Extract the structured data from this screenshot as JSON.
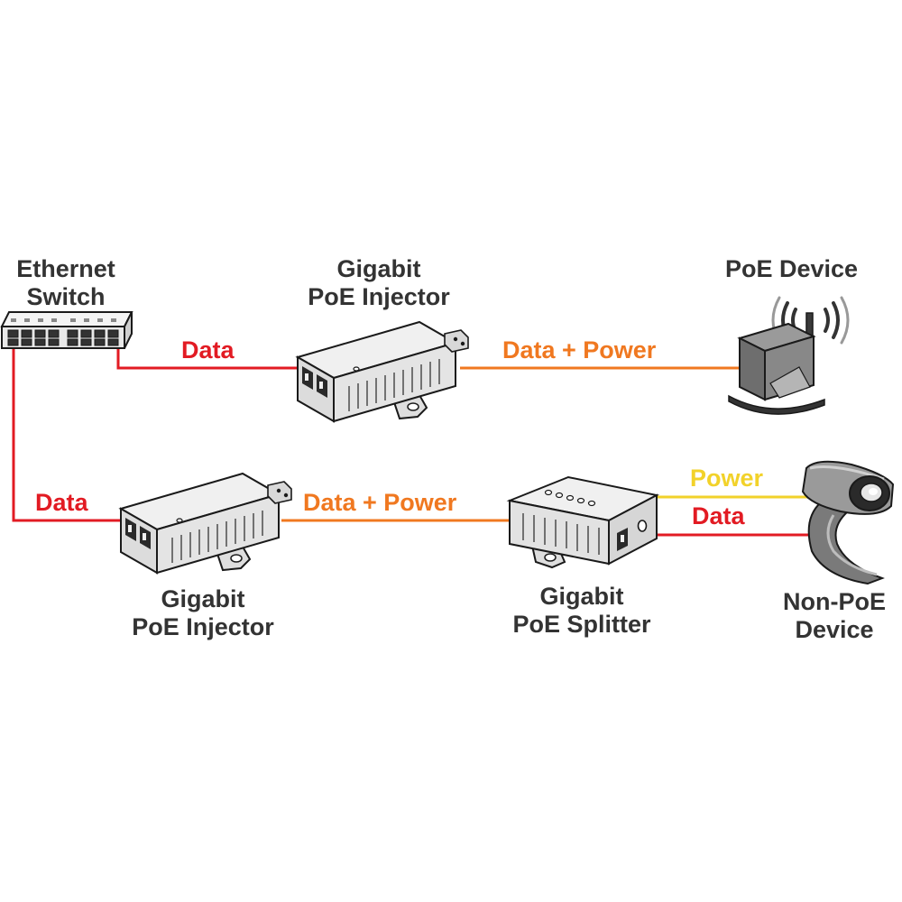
{
  "colors": {
    "data": "#e21b23",
    "data_power": "#f07820",
    "power": "#f2d22a",
    "label": "#333333",
    "device_body": "#e6e6e6",
    "device_outline": "#1a1a1a"
  },
  "devices": {
    "ethernet_switch": {
      "line1": "Ethernet",
      "line2": "Switch",
      "icon": "ethernet-switch-icon"
    },
    "injector_top": {
      "line1": "Gigabit",
      "line2": "PoE Injector",
      "icon": "poe-injector-icon"
    },
    "poe_device": {
      "line1": "PoE Device",
      "icon": "wireless-access-point-icon"
    },
    "injector_bottom": {
      "line1": "Gigabit",
      "line2": "PoE Injector",
      "icon": "poe-injector-icon"
    },
    "splitter": {
      "line1": "Gigabit",
      "line2": "PoE Splitter",
      "icon": "poe-splitter-icon"
    },
    "non_poe_device": {
      "line1": "Non-PoE",
      "line2": "Device",
      "icon": "security-camera-icon"
    }
  },
  "links": {
    "top_data": "Data",
    "top_data_power": "Data + Power",
    "bottom_data": "Data",
    "bottom_data_power": "Data + Power",
    "splitter_power": "Power",
    "splitter_data": "Data"
  }
}
